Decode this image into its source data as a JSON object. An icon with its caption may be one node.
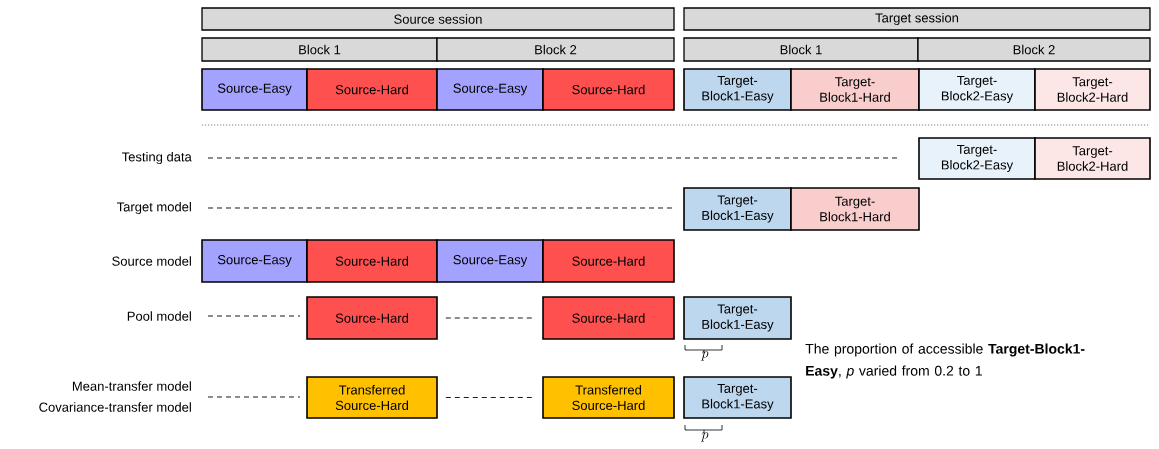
{
  "diagram": {
    "nodes": [
      {
        "text": [
          "Source session"
        ]
      },
      {
        "text": [
          "Target session"
        ]
      },
      {
        "text": [
          "Block 1"
        ]
      },
      {
        "text": [
          "Block 2"
        ]
      },
      {
        "text": [
          "Block 1"
        ]
      },
      {
        "text": [
          "Block 2"
        ]
      },
      {
        "text": [
          "Source-Easy"
        ]
      },
      {
        "text": [
          "Source-Hard"
        ]
      },
      {
        "text": [
          "Source-Easy"
        ]
      },
      {
        "text": [
          "Source-Hard"
        ]
      },
      {
        "text": [
          "Target-Block1-Easy"
        ]
      },
      {
        "text": [
          "Target-Block1-Hard"
        ]
      },
      {
        "text": [
          "Target-Block2-Easy"
        ]
      },
      {
        "text": [
          "Target-Block2-Hard"
        ]
      },
      {
        "text": [
          "Target-Block2-Easy"
        ]
      },
      {
        "text": [
          "Target-Block2-Hard"
        ]
      },
      {
        "text": [
          "Target-Block1-Easy"
        ]
      },
      {
        "text": [
          "Target-Block1-Hard"
        ]
      },
      {
        "text": [
          "Source-Easy"
        ]
      },
      {
        "text": [
          "Source-Hard"
        ]
      },
      {
        "text": [
          "Source-Easy"
        ]
      },
      {
        "text": [
          "Source-Hard"
        ]
      },
      {
        "text": [
          "Source-Hard"
        ]
      },
      {
        "text": [
          "Source-Hard"
        ]
      },
      {
        "text": [
          "Target-Block1-Easy"
        ]
      },
      {
        "text": [
          "Transferred Source-Hard"
        ]
      },
      {
        "text": [
          "Transferred Source-Hard"
        ]
      },
      {
        "text": [
          "Target-Block1-Easy"
        ]
      }
    ],
    "edges": [
      {
        "from": 22,
        "to": 23,
        "arrow": "none",
        "style": "dashed"
      },
      {
        "from": 25,
        "to": 26,
        "arrow": "none",
        "style": "dashed"
      }
    ],
    "labels": [
      "Testing data",
      "Target model",
      "Source model",
      "Pool model",
      "Mean-transfer model",
      "Covariance-transfer model",
      "p",
      "The proportion of accessible **Target-Block1-Easy**, *p* varied from 0.2 to 1",
      "p"
    ]
  }
}
